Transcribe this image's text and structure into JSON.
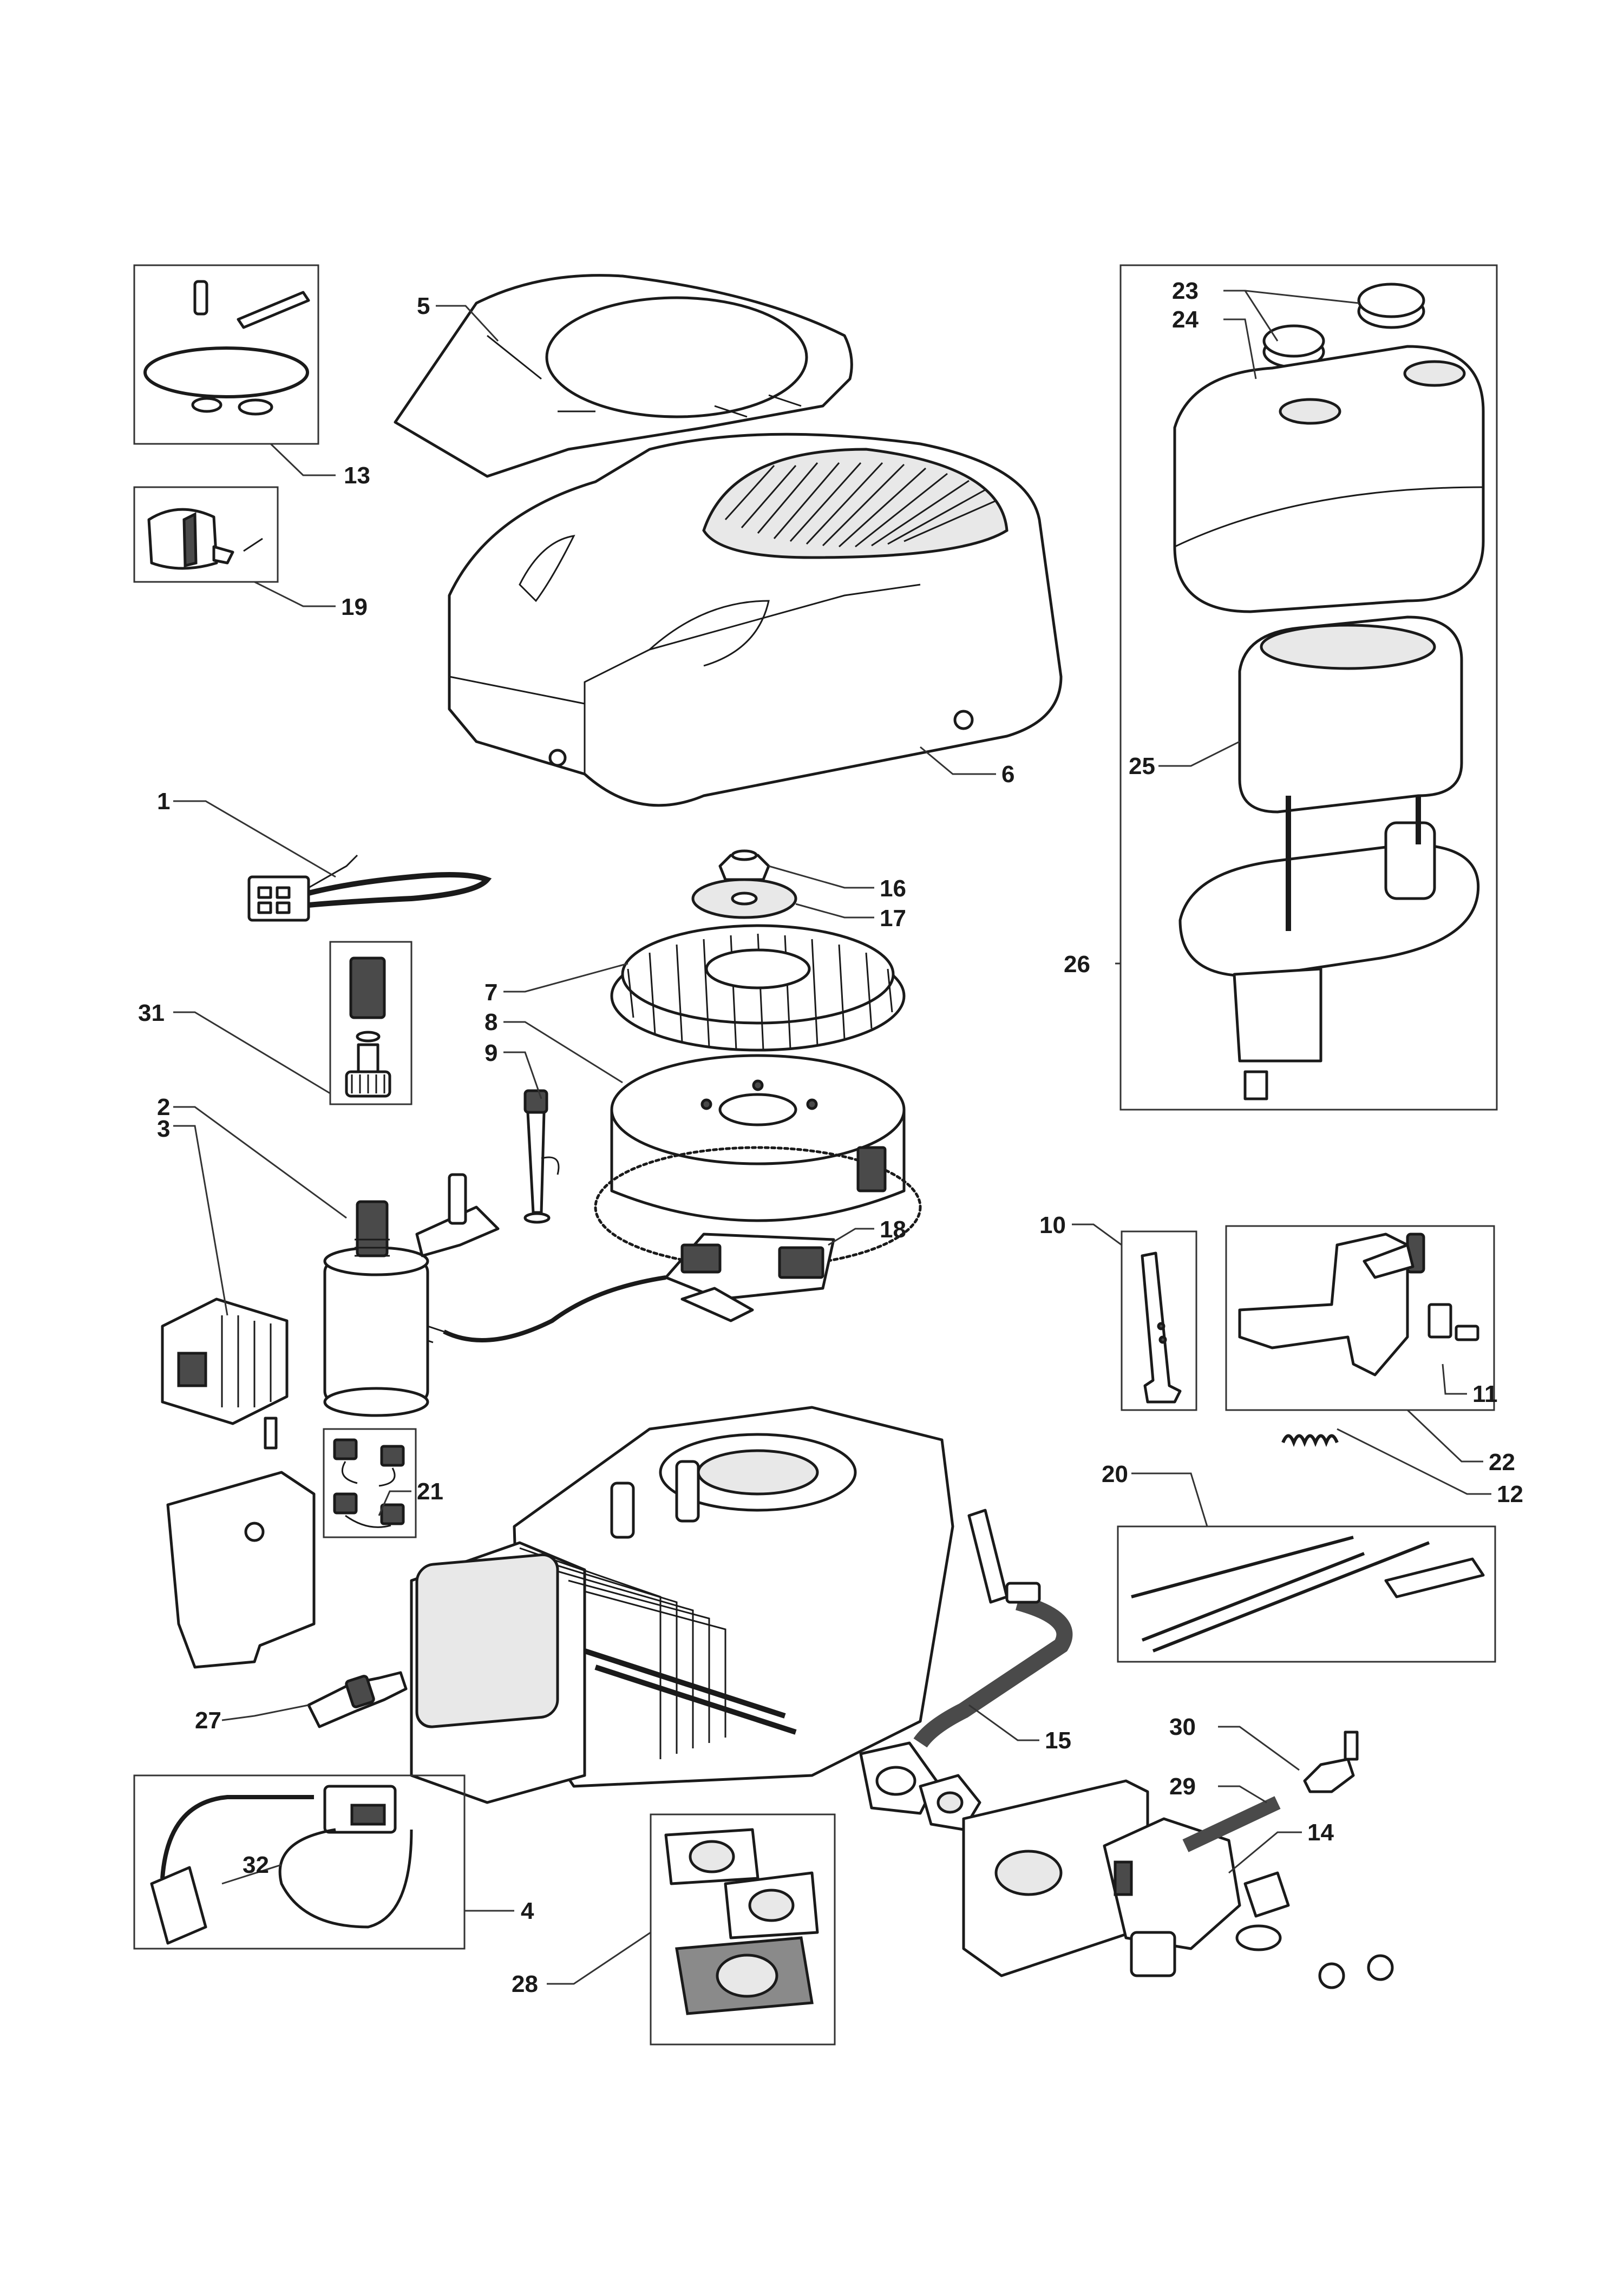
{
  "diagram": {
    "type": "exploded-parts-diagram",
    "line_color": "#1a1a1a",
    "callouts": [
      {
        "id": "c1",
        "text": "1"
      },
      {
        "id": "c2",
        "text": "2"
      },
      {
        "id": "c3",
        "text": "3"
      },
      {
        "id": "c4",
        "text": "4"
      },
      {
        "id": "c5",
        "text": "5"
      },
      {
        "id": "c6",
        "text": "6"
      },
      {
        "id": "c7",
        "text": "7"
      },
      {
        "id": "c8",
        "text": "8"
      },
      {
        "id": "c9",
        "text": "9"
      },
      {
        "id": "c10",
        "text": "10"
      },
      {
        "id": "c11",
        "text": "11"
      },
      {
        "id": "c12",
        "text": "12"
      },
      {
        "id": "c13",
        "text": "13"
      },
      {
        "id": "c14",
        "text": "14"
      },
      {
        "id": "c15",
        "text": "15"
      },
      {
        "id": "c16",
        "text": "16"
      },
      {
        "id": "c17",
        "text": "17"
      },
      {
        "id": "c18",
        "text": "18"
      },
      {
        "id": "c19",
        "text": "19"
      },
      {
        "id": "c20",
        "text": "20"
      },
      {
        "id": "c21",
        "text": "21"
      },
      {
        "id": "c22",
        "text": "22"
      },
      {
        "id": "c23",
        "text": "23"
      },
      {
        "id": "c24",
        "text": "24"
      },
      {
        "id": "c25",
        "text": "25"
      },
      {
        "id": "c26",
        "text": "26"
      },
      {
        "id": "c27",
        "text": "27"
      },
      {
        "id": "c28",
        "text": "28"
      },
      {
        "id": "c29",
        "text": "29"
      },
      {
        "id": "c30",
        "text": "30"
      },
      {
        "id": "c31",
        "text": "31"
      },
      {
        "id": "c32",
        "text": "32"
      }
    ]
  }
}
